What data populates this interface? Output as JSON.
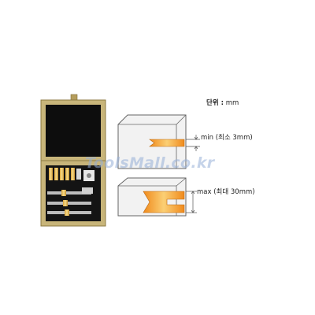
{
  "unit_label": {
    "key": "단위 :",
    "value": "mm"
  },
  "min_label": "min (최소 3mm)",
  "max_label": "max (최대 30mm)",
  "watermark": "ToolsMall.co.kr",
  "colors": {
    "wood": "#c8b57a",
    "wood_dark": "#9e8b4e",
    "felt": "#0d0d0d",
    "cutter": "#f19a2a",
    "cutter_light": "#fbd27a",
    "outline": "#777777"
  }
}
